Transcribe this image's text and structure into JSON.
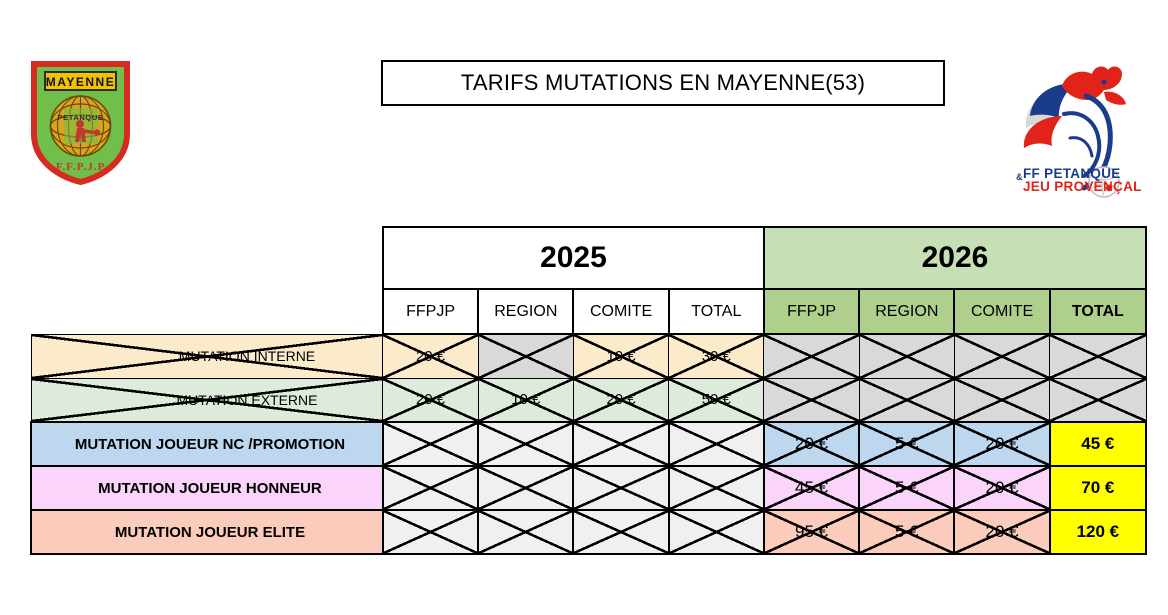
{
  "document": {
    "title": "TARIFS MUTATIONS EN MAYENNE(53)"
  },
  "logos": {
    "left": {
      "name": "mayenne-petanque-shield",
      "banner_text": "MAYENNE",
      "globe_text": "PETANQUE",
      "federation_text": "F.F.P.J.P",
      "colors": {
        "border": "#D62B20",
        "banner": "#F2C200",
        "field": "#6FBF4A",
        "globe": "#D9A520",
        "figure": "#C0392B"
      }
    },
    "right": {
      "name": "ffpjp-rooster",
      "line1": "FF PETANQUE",
      "line2": "JEU PROVENÇAL",
      "ampersand": "&",
      "colors": {
        "blue": "#1B3C8C",
        "red": "#E2231A",
        "gray": "#D8D8D8"
      }
    }
  },
  "table": {
    "year_headers": [
      {
        "label": "2025",
        "colspan": 4,
        "background": "#FFFFFF"
      },
      {
        "label": "2026",
        "colspan": 4,
        "background": "#C6DFB4"
      }
    ],
    "sub_headers_2025": [
      "FFPJP",
      "REGION",
      "COMITE",
      "TOTAL"
    ],
    "sub_headers_2026": [
      "FFPJP",
      "REGION",
      "COMITE",
      "TOTAL"
    ],
    "rows": [
      {
        "label": "MUTATION INTERNE",
        "struck": true,
        "label_fill": "#FCEBCB",
        "cells_2025": [
          {
            "value": "20 €",
            "fill": "#FCEBCB"
          },
          {
            "value": "",
            "fill": "#D9D9D9"
          },
          {
            "value": "10 €",
            "fill": "#FCEBCB"
          },
          {
            "value": "30 €",
            "fill": "#FCEBCB"
          }
        ],
        "cells_2026": [
          {
            "value": "",
            "fill": "#D9D9D9"
          },
          {
            "value": "",
            "fill": "#D9D9D9"
          },
          {
            "value": "",
            "fill": "#D9D9D9"
          },
          {
            "value": "",
            "fill": "#D9D9D9"
          }
        ]
      },
      {
        "label": "MUTATION EXTERNE",
        "struck": true,
        "label_fill": "#DEEBDC",
        "cells_2025": [
          {
            "value": "20 €",
            "fill": "#DEEBDC"
          },
          {
            "value": "10 €",
            "fill": "#DEEBDC"
          },
          {
            "value": "20 €",
            "fill": "#DEEBDC"
          },
          {
            "value": "50 €",
            "fill": "#DEEBDC"
          }
        ],
        "cells_2026": [
          {
            "value": "",
            "fill": "#D9D9D9"
          },
          {
            "value": "",
            "fill": "#D9D9D9"
          },
          {
            "value": "",
            "fill": "#D9D9D9"
          },
          {
            "value": "",
            "fill": "#D9D9D9"
          }
        ]
      },
      {
        "label": "MUTATION JOUEUR NC /PROMOTION",
        "struck": false,
        "label_fill": "#BDD7EE",
        "cells_2025": [
          {
            "value": "",
            "fill": "#F0F0F0"
          },
          {
            "value": "",
            "fill": "#F0F0F0"
          },
          {
            "value": "",
            "fill": "#F0F0F0"
          },
          {
            "value": "",
            "fill": "#F0F0F0"
          }
        ],
        "cells_2026": [
          {
            "value": "20 €",
            "fill": "#BDD7EE"
          },
          {
            "value": "5 €",
            "fill": "#BDD7EE"
          },
          {
            "value": "20 €",
            "fill": "#BDD7EE"
          },
          {
            "value": "45 €",
            "fill": "#FFFF00"
          }
        ]
      },
      {
        "label": "MUTATION JOUEUR HONNEUR",
        "struck": false,
        "label_fill": "#FBD4FB",
        "cells_2025": [
          {
            "value": "",
            "fill": "#F0F0F0"
          },
          {
            "value": "",
            "fill": "#F0F0F0"
          },
          {
            "value": "",
            "fill": "#F0F0F0"
          },
          {
            "value": "",
            "fill": "#F0F0F0"
          }
        ],
        "cells_2026": [
          {
            "value": "45 €",
            "fill": "#FBD4FB"
          },
          {
            "value": "5 €",
            "fill": "#FBD4FB"
          },
          {
            "value": "20 €",
            "fill": "#FBD4FB"
          },
          {
            "value": "70 €",
            "fill": "#FFFF00"
          }
        ]
      },
      {
        "label": "MUTATION JOUEUR ELITE",
        "struck": false,
        "label_fill": "#FBCBBC",
        "cells_2025": [
          {
            "value": "",
            "fill": "#F0F0F0"
          },
          {
            "value": "",
            "fill": "#F0F0F0"
          },
          {
            "value": "",
            "fill": "#F0F0F0"
          },
          {
            "value": "",
            "fill": "#F0F0F0"
          }
        ],
        "cells_2026": [
          {
            "value": "95 €",
            "fill": "#FBCBBC"
          },
          {
            "value": "5 €",
            "fill": "#FBCBBC"
          },
          {
            "value": "20 €",
            "fill": "#FBCBBC"
          },
          {
            "value": "120 €",
            "fill": "#FFFF00"
          }
        ]
      }
    ]
  }
}
